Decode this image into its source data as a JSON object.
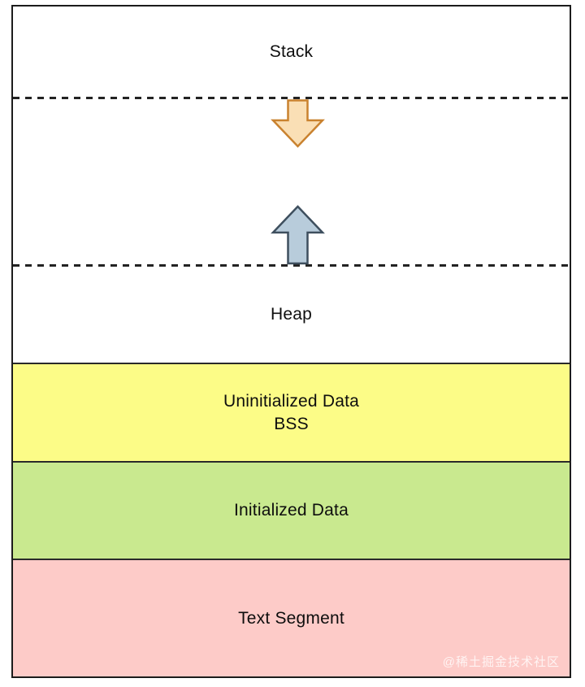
{
  "segments": {
    "stack": {
      "label": "Stack",
      "color": "#ffffff"
    },
    "heap": {
      "label": "Heap",
      "color": "#ffffff"
    },
    "bss": {
      "line1": "Uninitialized Data",
      "line2": "BSS",
      "color": "#fcfc87"
    },
    "data": {
      "label": "Initialized Data",
      "color": "#c9e98f"
    },
    "text": {
      "label": "Text Segment",
      "color": "#fdcbc8"
    }
  },
  "arrows": {
    "down": {
      "fill": "#fadfb5",
      "stroke": "#c9822f"
    },
    "up": {
      "fill": "#b8ccdb",
      "stroke": "#3e4f5e"
    }
  },
  "watermark": "@稀土掘金技术社区"
}
